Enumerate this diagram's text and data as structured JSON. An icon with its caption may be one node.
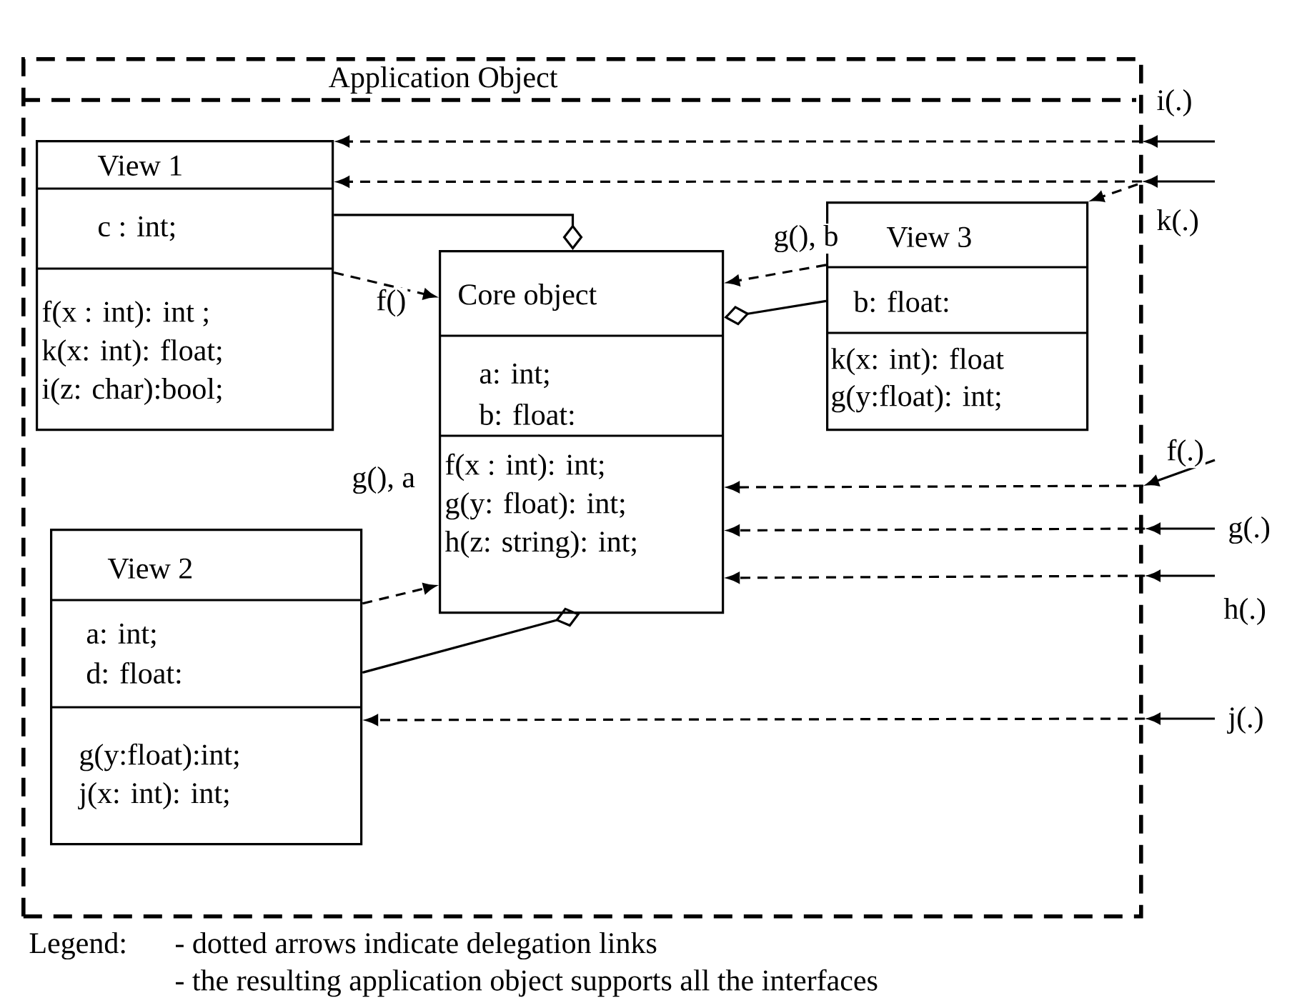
{
  "diagram": {
    "nodes": [
      {
        "text": [
          "Application Object"
        ]
      },
      {
        "text": [
          "View 1",
          "c : int;",
          "f(x : int): int ;",
          "k(x: int): float;",
          "i(z: char):bool;"
        ],
        "in": 0
      },
      {
        "text": [
          "Core object",
          "a: int;",
          "b: float:",
          "f(x : int): int;",
          "g(y: float): int;",
          "h(z: string): int;"
        ],
        "in": 0
      },
      {
        "text": [
          "View 3",
          "b: float:",
          "k(x: int): float",
          "g(y:float): int;"
        ],
        "in": 0
      },
      {
        "text": [
          "View 2",
          "a: int;",
          "d: float:",
          "g(y:float):int;",
          "j(x: int): int;"
        ],
        "in": 0
      }
    ],
    "edges": [
      {
        "from": null,
        "to": 1,
        "arrow": "to",
        "style": "dashed",
        "label": "i(.)"
      },
      {
        "from": null,
        "to": 1,
        "arrow": "to",
        "style": "dashed",
        "label": "k(.)"
      },
      {
        "from": null,
        "to": 3,
        "arrow": "to",
        "style": "dashed"
      },
      {
        "from": null,
        "to": 2,
        "arrow": "to",
        "style": "dashed",
        "label": "f(.)"
      },
      {
        "from": null,
        "to": 2,
        "arrow": "to",
        "style": "dashed",
        "label": "g(.)"
      },
      {
        "from": null,
        "to": 2,
        "arrow": "to",
        "style": "dashed",
        "label": "h(.)"
      },
      {
        "from": null,
        "to": 4,
        "arrow": "to",
        "style": "dashed",
        "label": "j(.)"
      },
      {
        "from": 1,
        "to": 2,
        "arrow": "to",
        "style": "dashed",
        "label": "f()"
      },
      {
        "from": 3,
        "to": 2,
        "arrow": "to",
        "style": "dashed",
        "label": "g(), b"
      },
      {
        "from": 4,
        "to": 2,
        "arrow": "to",
        "style": "dashed",
        "label": "g(), a"
      },
      {
        "from": 1,
        "to": 2,
        "arrow": "other"
      },
      {
        "from": 3,
        "to": 2,
        "arrow": "other"
      },
      {
        "from": 4,
        "to": 2,
        "arrow": "other"
      }
    ],
    "labels": [
      "Legend:",
      "- dotted arrows indicate delegation links",
      "- the resulting application object supports all the interfaces"
    ]
  }
}
